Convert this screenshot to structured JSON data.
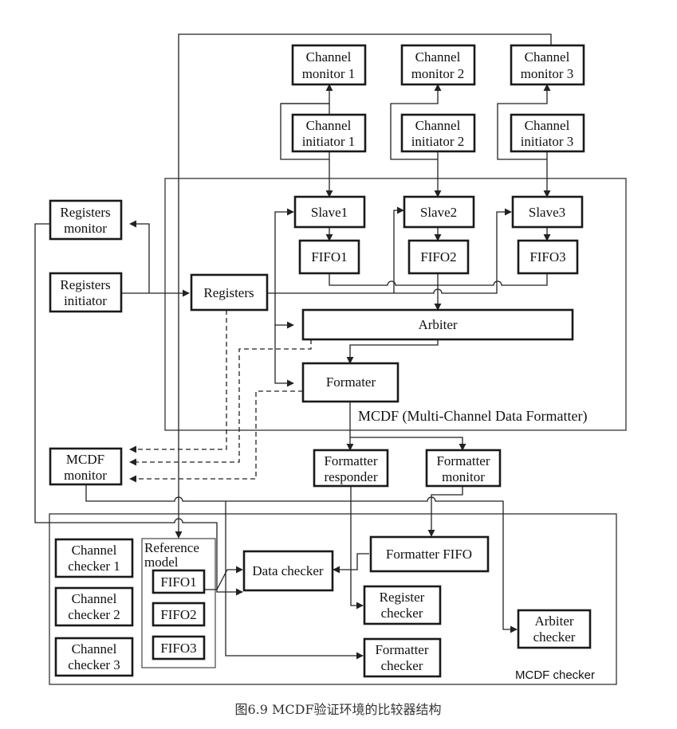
{
  "caption": "图6.9 MCDF验证环境的比较器结构",
  "frames": {
    "mcdf": "MCDF (Multi-Channel Data Formatter)",
    "checker": "MCDF checker"
  },
  "channel_monitors": [
    [
      "Channel",
      "monitor 1"
    ],
    [
      "Channel",
      "monitor 2"
    ],
    [
      "Channel",
      "monitor 3"
    ]
  ],
  "channel_initiators": [
    [
      "Channel",
      "initiator 1"
    ],
    [
      "Channel",
      "initiator 2"
    ],
    [
      "Channel",
      "initiator 3"
    ]
  ],
  "slaves": [
    "Slave1",
    "Slave2",
    "Slave3"
  ],
  "fifos": [
    "FIFO1",
    "FIFO2",
    "FIFO3"
  ],
  "registers_monitor": [
    "Registers",
    "monitor"
  ],
  "registers_initiator": [
    "Registers",
    "initiator"
  ],
  "registers": "Registers",
  "arbiter": "Arbiter",
  "formater": "Formater",
  "mcdf_monitor": [
    "MCDF",
    "monitor"
  ],
  "formatter_responder": [
    "Formatter",
    "responder"
  ],
  "formatter_monitor": [
    "Formatter",
    "monitor"
  ],
  "channel_checkers": [
    [
      "Channel",
      "checker 1"
    ],
    [
      "Channel",
      "checker 2"
    ],
    [
      "Channel",
      "checker 3"
    ]
  ],
  "reference_model": {
    "title": [
      "Reference",
      "model"
    ],
    "fifos": [
      "FIFO1",
      "FIFO2",
      "FIFO3"
    ]
  },
  "data_checker": "Data checker",
  "formatter_fifo": "Formatter FIFO",
  "register_checker": [
    "Register",
    "checker"
  ],
  "arbiter_checker": [
    "Arbiter",
    "checker"
  ],
  "formatter_checker": [
    "Formatter",
    "checker"
  ]
}
